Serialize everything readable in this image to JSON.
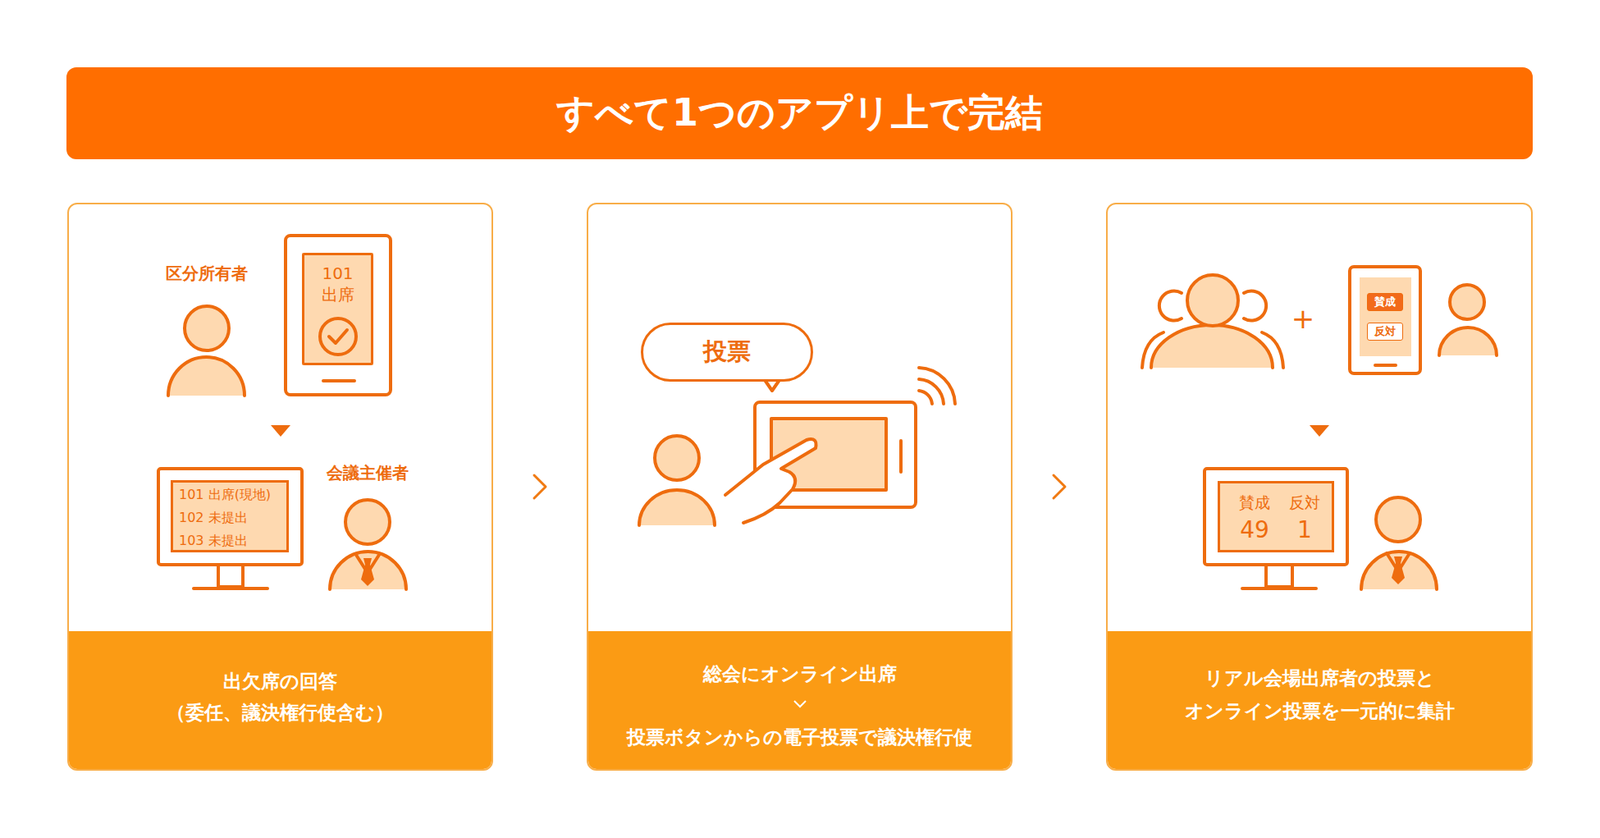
{
  "diagram": {
    "title": "すべて1つのアプリ上で完結",
    "nodes": [
      {
        "text": [
          "出欠席の回答",
          "（委任、議決権行使含む）"
        ]
      },
      {
        "text": [
          "101",
          "出席"
        ],
        "in": 0
      },
      {
        "text": [
          "101 出席(現地)",
          "102 未提出",
          "103 未提出"
        ],
        "in": 0
      },
      {
        "text": [
          "総会にオンライン出席",
          "投票ボタンからの電子投票で議決権行使"
        ]
      },
      {
        "text": [
          "投票"
        ],
        "in": 3
      },
      {
        "text": [
          "リアル会場出席者の投票と",
          "オンライン投票を一元的に集計"
        ]
      },
      {
        "text": [
          "賛成"
        ],
        "in": 5
      },
      {
        "text": [
          "反対"
        ],
        "in": 5
      },
      {
        "text": [
          "賛成",
          "反対",
          "49",
          "1"
        ],
        "in": 5
      }
    ],
    "edges": [
      {
        "from": 0,
        "to": 3,
        "arrow": "to"
      },
      {
        "from": 3,
        "to": 5,
        "arrow": "to"
      }
    ],
    "labels": [
      "区分所有者",
      "会議主催者",
      "+"
    ]
  }
}
